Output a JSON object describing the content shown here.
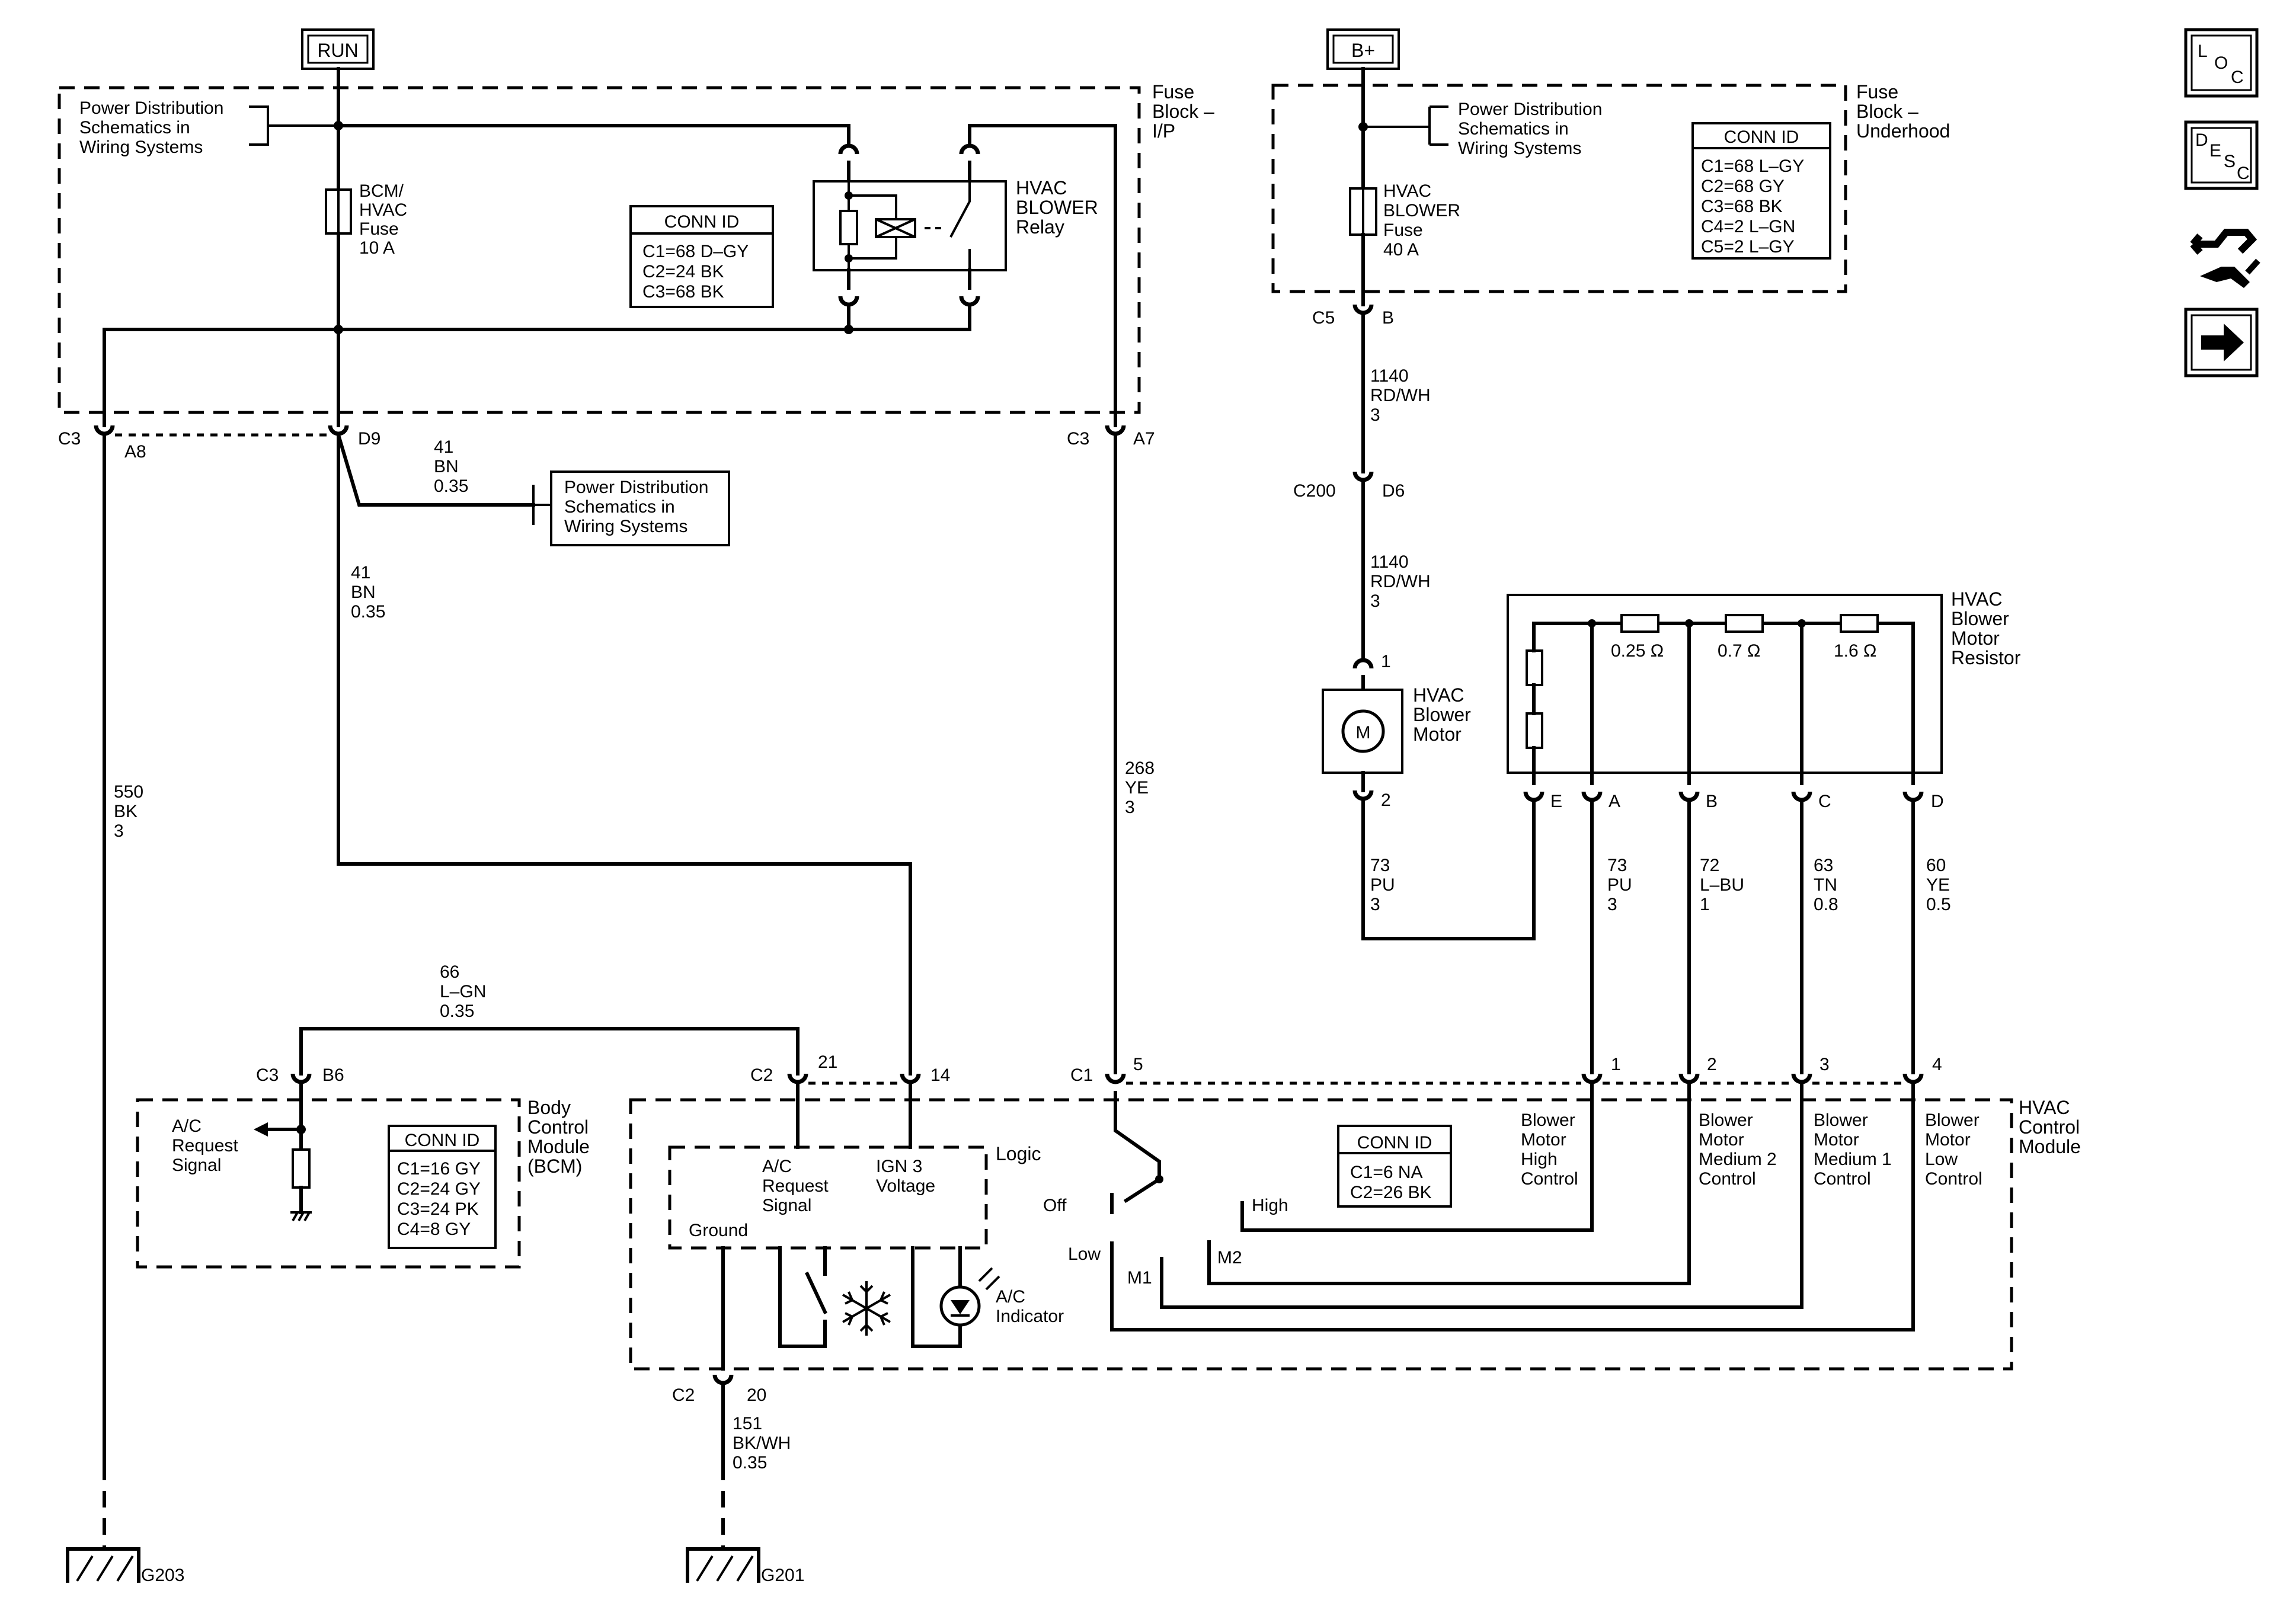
{
  "run_label": "RUN",
  "bplus_label": "B+",
  "fuse_block_ip": [
    "Fuse",
    "Block –",
    "I/P"
  ],
  "fuse_block_underhood": [
    "Fuse",
    "Block –",
    "Underhood"
  ],
  "pd_left": [
    "Power Distribution",
    "Schematics in",
    "Wiring Systems"
  ],
  "pd_mid": [
    "Power Distribution",
    "Schematics in",
    "Wiring Systems"
  ],
  "pd_right": [
    "Power Distribution",
    "Schematics in",
    "Wiring Systems"
  ],
  "bcm_fuse": [
    "BCM/",
    "HVAC",
    "Fuse",
    "10 A"
  ],
  "blower_fuse": [
    "HVAC",
    "BLOWER",
    "Fuse",
    "40 A"
  ],
  "relay_label": [
    "HVAC",
    "BLOWER",
    "Relay"
  ],
  "conn_ip": {
    "title": "CONN ID",
    "lines": [
      "C1=68 D–GY",
      "C2=24 BK",
      "C3=68 BK"
    ]
  },
  "conn_underhood": {
    "title": "CONN ID",
    "lines": [
      "C1=68 L–GY",
      "C2=68 GY",
      "C3=68 BK",
      "C4=2 L–GN",
      "C5=2 L–GY"
    ]
  },
  "conn_bcm": {
    "title": "CONN ID",
    "lines": [
      "C1=16 GY",
      "C2=24 GY",
      "C3=24 PK",
      "C4=8 GY"
    ]
  },
  "conn_hvac": {
    "title": "CONN ID",
    "lines": [
      "C1=6 NA",
      "C2=26 BK"
    ]
  },
  "connectors": {
    "c3": "C3",
    "a8": "A8",
    "d9": "D9",
    "c3b": "C3",
    "a7": "A7",
    "c5": "C5",
    "b": "B",
    "c200": "C200",
    "d6": "D6",
    "m1": "1",
    "m2": "2",
    "e": "E",
    "a": "A",
    "bb": "B",
    "c": "C",
    "d": "D",
    "bcm_c3": "C3",
    "b6": "B6",
    "c2": "C2",
    "p21": "21",
    "p14": "14",
    "c1": "C1",
    "p5": "5",
    "p1": "1",
    "p2": "2",
    "p3": "3",
    "p4": "4",
    "c2b": "C2",
    "p20": "20"
  },
  "wires": {
    "w41_top": [
      "41",
      "BN",
      "0.35"
    ],
    "w41": [
      "41",
      "BN",
      "0.35"
    ],
    "w550": [
      "550",
      "BK",
      "3"
    ],
    "w268": [
      "268",
      "YE",
      "3"
    ],
    "w1140a": [
      "1140",
      "RD/WH",
      "3"
    ],
    "w1140b": [
      "1140",
      "RD/WH",
      "3"
    ],
    "w73a": [
      "73",
      "PU",
      "3"
    ],
    "w73b": [
      "73",
      "PU",
      "3"
    ],
    "w72": [
      "72",
      "L–BU",
      "1"
    ],
    "w63": [
      "63",
      "TN",
      "0.8"
    ],
    "w60": [
      "60",
      "YE",
      "0.5"
    ],
    "w66": [
      "66",
      "L–GN",
      "0.35"
    ],
    "w151": [
      "151",
      "BK/WH",
      "0.35"
    ]
  },
  "blower_motor_label": [
    "HVAC",
    "Blower",
    "Motor"
  ],
  "motor_symbol": "M",
  "resistor_label": [
    "HVAC",
    "Blower",
    "Motor",
    "Resistor"
  ],
  "resistances": [
    "0.25 Ω",
    "0.7 Ω",
    "1.6 Ω"
  ],
  "bcm_label": [
    "Body",
    "Control",
    "Module",
    "(BCM)"
  ],
  "ac_request_bcm": [
    "A/C",
    "Request",
    "Signal"
  ],
  "hvac_module_label": [
    "HVAC",
    "Control",
    "Module"
  ],
  "logic_label": "Logic",
  "ac_request_logic": [
    "A/C",
    "Request",
    "Signal"
  ],
  "ign3": [
    "IGN 3",
    "Voltage"
  ],
  "ground_label": "Ground",
  "ac_indicator": [
    "A/C",
    "Indicator"
  ],
  "switch_positions": {
    "off": "Off",
    "low": "Low",
    "m1": "M1",
    "m2": "M2",
    "high": "High"
  },
  "control_labels": {
    "high": [
      "Blower",
      "Motor",
      "High",
      "Control"
    ],
    "med2": [
      "Blower",
      "Motor",
      "Medium 2",
      "Control"
    ],
    "med1": [
      "Blower",
      "Motor",
      "Medium 1",
      "Control"
    ],
    "low": [
      "Blower",
      "Motor",
      "Low",
      "Control"
    ]
  },
  "grounds": {
    "g203": "G203",
    "g201": "G201"
  },
  "nav_buttons": {
    "loc": [
      "L",
      "O",
      "C"
    ],
    "desc": [
      "D",
      "E",
      "S",
      "C"
    ]
  }
}
